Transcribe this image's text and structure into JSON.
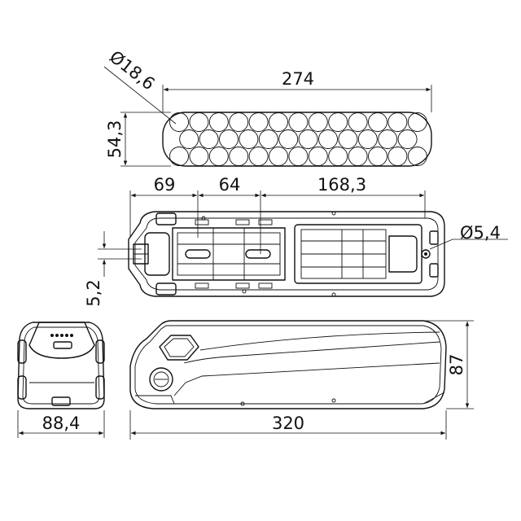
{
  "dimensions": {
    "cell_diameter": "Ø18,6",
    "pack_length": "274",
    "pack_height": "54,3",
    "seg_a": "69",
    "seg_b": "64",
    "seg_c": "168,3",
    "hole_diameter": "Ø5,4",
    "rail_height": "5,2",
    "width": "88,4",
    "length": "320",
    "height": "87"
  }
}
